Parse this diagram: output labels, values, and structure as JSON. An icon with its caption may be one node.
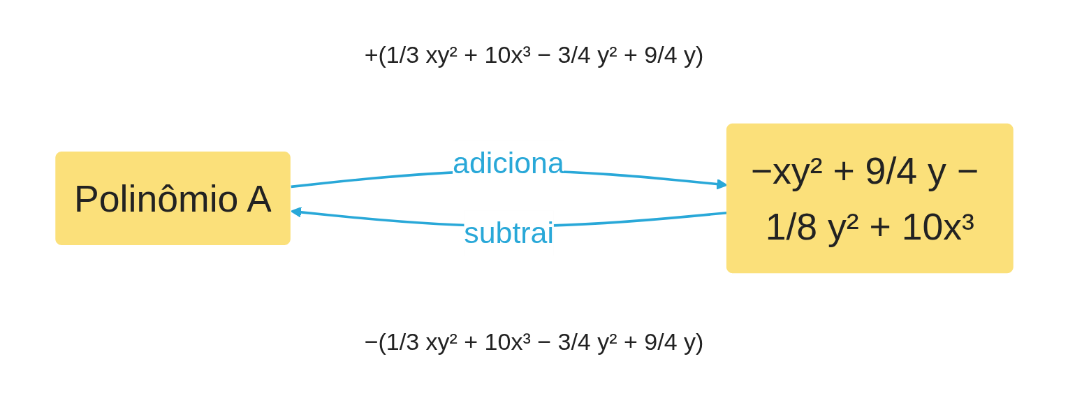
{
  "diagram": {
    "nodes": [
      {
        "text": [
          "Polinômio A"
        ]
      },
      {
        "text": [
          "−xy² + 9/4 y − 1/8 y² + 10x³"
        ]
      }
    ],
    "edges": [
      {
        "from": 0,
        "to": 1,
        "arrow": "to",
        "label": "adiciona"
      },
      {
        "from": 1,
        "to": 0,
        "arrow": "to",
        "label": "subtrai"
      }
    ],
    "labels": [
      "+(1/3 xy² + 10x³ − 3/4 y² + 9/4 y)",
      "−(1/3 xy² + 10x³ − 3/4 y² + 9/4 y)"
    ]
  }
}
